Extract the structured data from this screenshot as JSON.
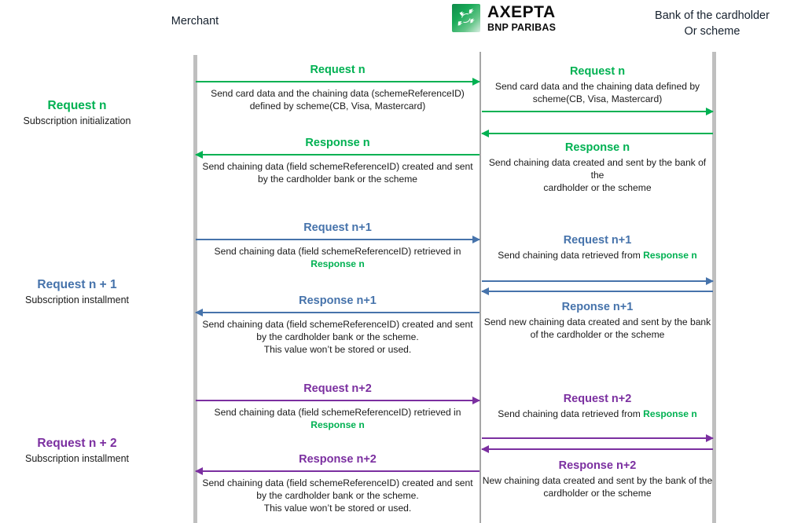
{
  "colors": {
    "green": "#00b152",
    "blue": "#4673ab",
    "purple": "#7b2fa0",
    "text": "#1a1a1a",
    "lifeline": "#bfbfbf"
  },
  "header": {
    "merchant": "Merchant",
    "bank_line1": "Bank of the cardholder",
    "bank_line2": "Or scheme",
    "logo_line1": "AXEPTA",
    "logo_line2": "BNP PARIBAS"
  },
  "phases": [
    {
      "title": "Request n",
      "subtitle": "Subscription initialization",
      "color": "#00b152"
    },
    {
      "title": "Request n + 1",
      "subtitle": "Subscription installment",
      "color": "#4673ab"
    },
    {
      "title": "Request n + 2",
      "subtitle": "Subscription installment",
      "color": "#7b2fa0"
    }
  ],
  "left_messages": [
    {
      "title": "Request n",
      "body_line1": "Send card data and the chaining data (schemeReferenceID)",
      "body_line2": "defined by scheme(CB, Visa, Mastercard)",
      "body_line3": "",
      "direction": "right",
      "color": "#00b152"
    },
    {
      "title": "Response n",
      "body_line1": "Send chaining data (field schemeReferenceID) created and sent",
      "body_line2": "by the cardholder bank or the scheme",
      "body_line3": "",
      "direction": "left",
      "color": "#00b152"
    },
    {
      "title": "Request n+1",
      "body_line1": "Send chaining data (field schemeReferenceID) retrieved in",
      "body_line2": "Response n",
      "body_line3": "",
      "direction": "right",
      "color": "#4673ab"
    },
    {
      "title": "Response n+1",
      "body_line1": "Send chaining data (field schemeReferenceID) created and sent",
      "body_line2": "by the cardholder bank or the scheme.",
      "body_line3": "This value won’t be stored or used.",
      "direction": "left",
      "color": "#4673ab"
    },
    {
      "title": "Request n+2",
      "body_line1": "Send chaining data (field schemeReferenceID) retrieved in",
      "body_line2": "Response n",
      "body_line3": "",
      "direction": "right",
      "color": "#7b2fa0"
    },
    {
      "title": "Response n+2",
      "body_line1": "Send chaining data (field schemeReferenceID) created and sent",
      "body_line2": "by the cardholder bank or the scheme.",
      "body_line3": "This value won’t be stored or used.",
      "direction": "left",
      "color": "#7b2fa0"
    }
  ],
  "right_messages": [
    {
      "title": "Request n",
      "body_line1": "Send card data and the chaining data defined by",
      "body_line2": "scheme(CB, Visa, Mastercard)",
      "direction": "right",
      "color": "#00b152"
    },
    {
      "title": "Response n",
      "body_line1": "Send chaining data created and sent by the bank of the",
      "body_line2": "cardholder or the scheme",
      "direction": "left",
      "color": "#00b152"
    },
    {
      "title": "Request n+1",
      "body_prefix": "Send chaining data retrieved from ",
      "body_ref": "Response n",
      "direction": "right",
      "color": "#4673ab"
    },
    {
      "title": "Reponse n+1",
      "body_line1": "Send new chaining data created and sent by the bank",
      "body_line2": "of the cardholder or the scheme",
      "direction": "left",
      "color": "#4673ab"
    },
    {
      "title": "Request n+2",
      "body_prefix": "Send chaining data retrieved from ",
      "body_ref": "Response n",
      "direction": "right",
      "color": "#7b2fa0"
    },
    {
      "title": "Response n+2",
      "body_line1": "New chaining data created and sent by the bank of the",
      "body_line2": "cardholder or the scheme",
      "direction": "left",
      "color": "#7b2fa0"
    }
  ]
}
